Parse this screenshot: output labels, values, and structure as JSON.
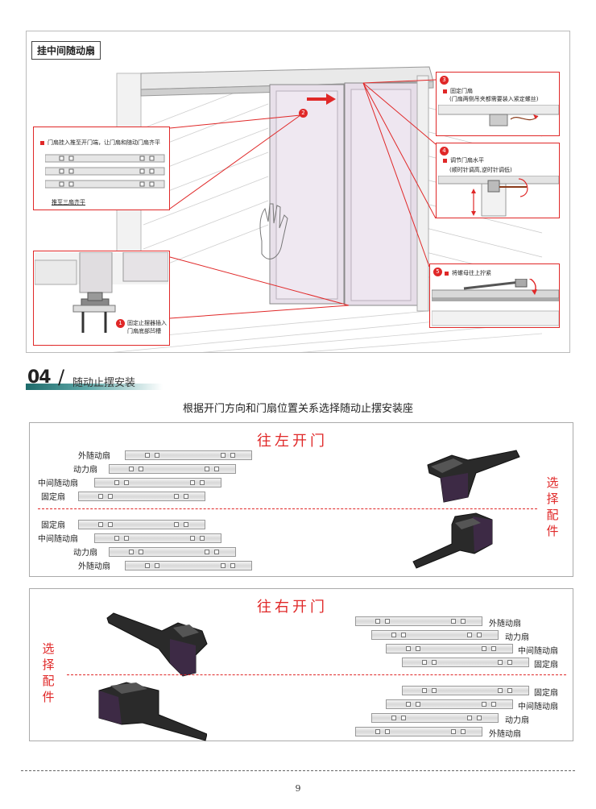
{
  "top": {
    "title": "挂中间随动扇",
    "step1": {
      "num": "1",
      "line1": "固定止摆器插入",
      "line2": "门扇底部凹槽"
    },
    "step2": {
      "num": "2",
      "text": "门扇挂入推至开门端，让门扇和随动门扇齐平",
      "note": "推至三扇齐平"
    },
    "step3": {
      "num": "3",
      "text": "固定门扇",
      "note": "(门扇两侧吊夹都需要装入紧定螺丝)"
    },
    "step4": {
      "num": "4",
      "text": "调节门扇水平",
      "note": "(顺时针调高,逆时针调低)"
    },
    "step5": {
      "num": "5",
      "text": "将螺母往上拧紧"
    }
  },
  "section": {
    "number": "04",
    "slash": "/",
    "title": "随动止摆安装"
  },
  "subtitle": "根据开门方向和门扇位置关系选择随动止摆安装座",
  "left_open": {
    "title": "往左开门",
    "side": [
      "选",
      "择",
      "配",
      "件"
    ],
    "upper": [
      "外随动扇",
      "动力扇",
      "中间随动扇",
      "固定扇"
    ],
    "lower": [
      "固定扇",
      "中间随动扇",
      "动力扇",
      "外随动扇"
    ]
  },
  "right_open": {
    "title": "往右开门",
    "side": [
      "选",
      "择",
      "配",
      "件"
    ],
    "upper": [
      "外随动扇",
      "动力扇",
      "中间随动扇",
      "固定扇"
    ],
    "lower": [
      "固定扇",
      "中间随动扇",
      "动力扇",
      "外随动扇"
    ]
  },
  "colors": {
    "accent": "#e02828",
    "teal": "#1e6b6b"
  },
  "page_number": "9"
}
